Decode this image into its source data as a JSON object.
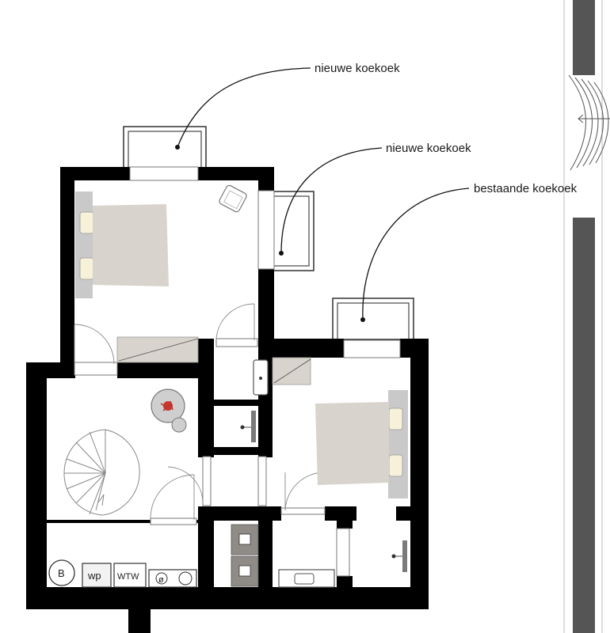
{
  "annotations": {
    "skylight_1": "nieuwe koekoek",
    "skylight_2": "nieuwe koekoek",
    "skylight_3": "bestaande koekoek"
  },
  "fixtures": {
    "boiler": "B",
    "washing_machine": "wp",
    "ventilation_unit": "WTW",
    "dryer_mark": "ø"
  },
  "colors": {
    "wall": "#000000",
    "bed": "#d8d3cc",
    "fixture": "#8f8b87",
    "bed_frame": "#c9c9c9",
    "pillow": "#f6f1d8",
    "bath_stripe": "#7a7a7a"
  }
}
